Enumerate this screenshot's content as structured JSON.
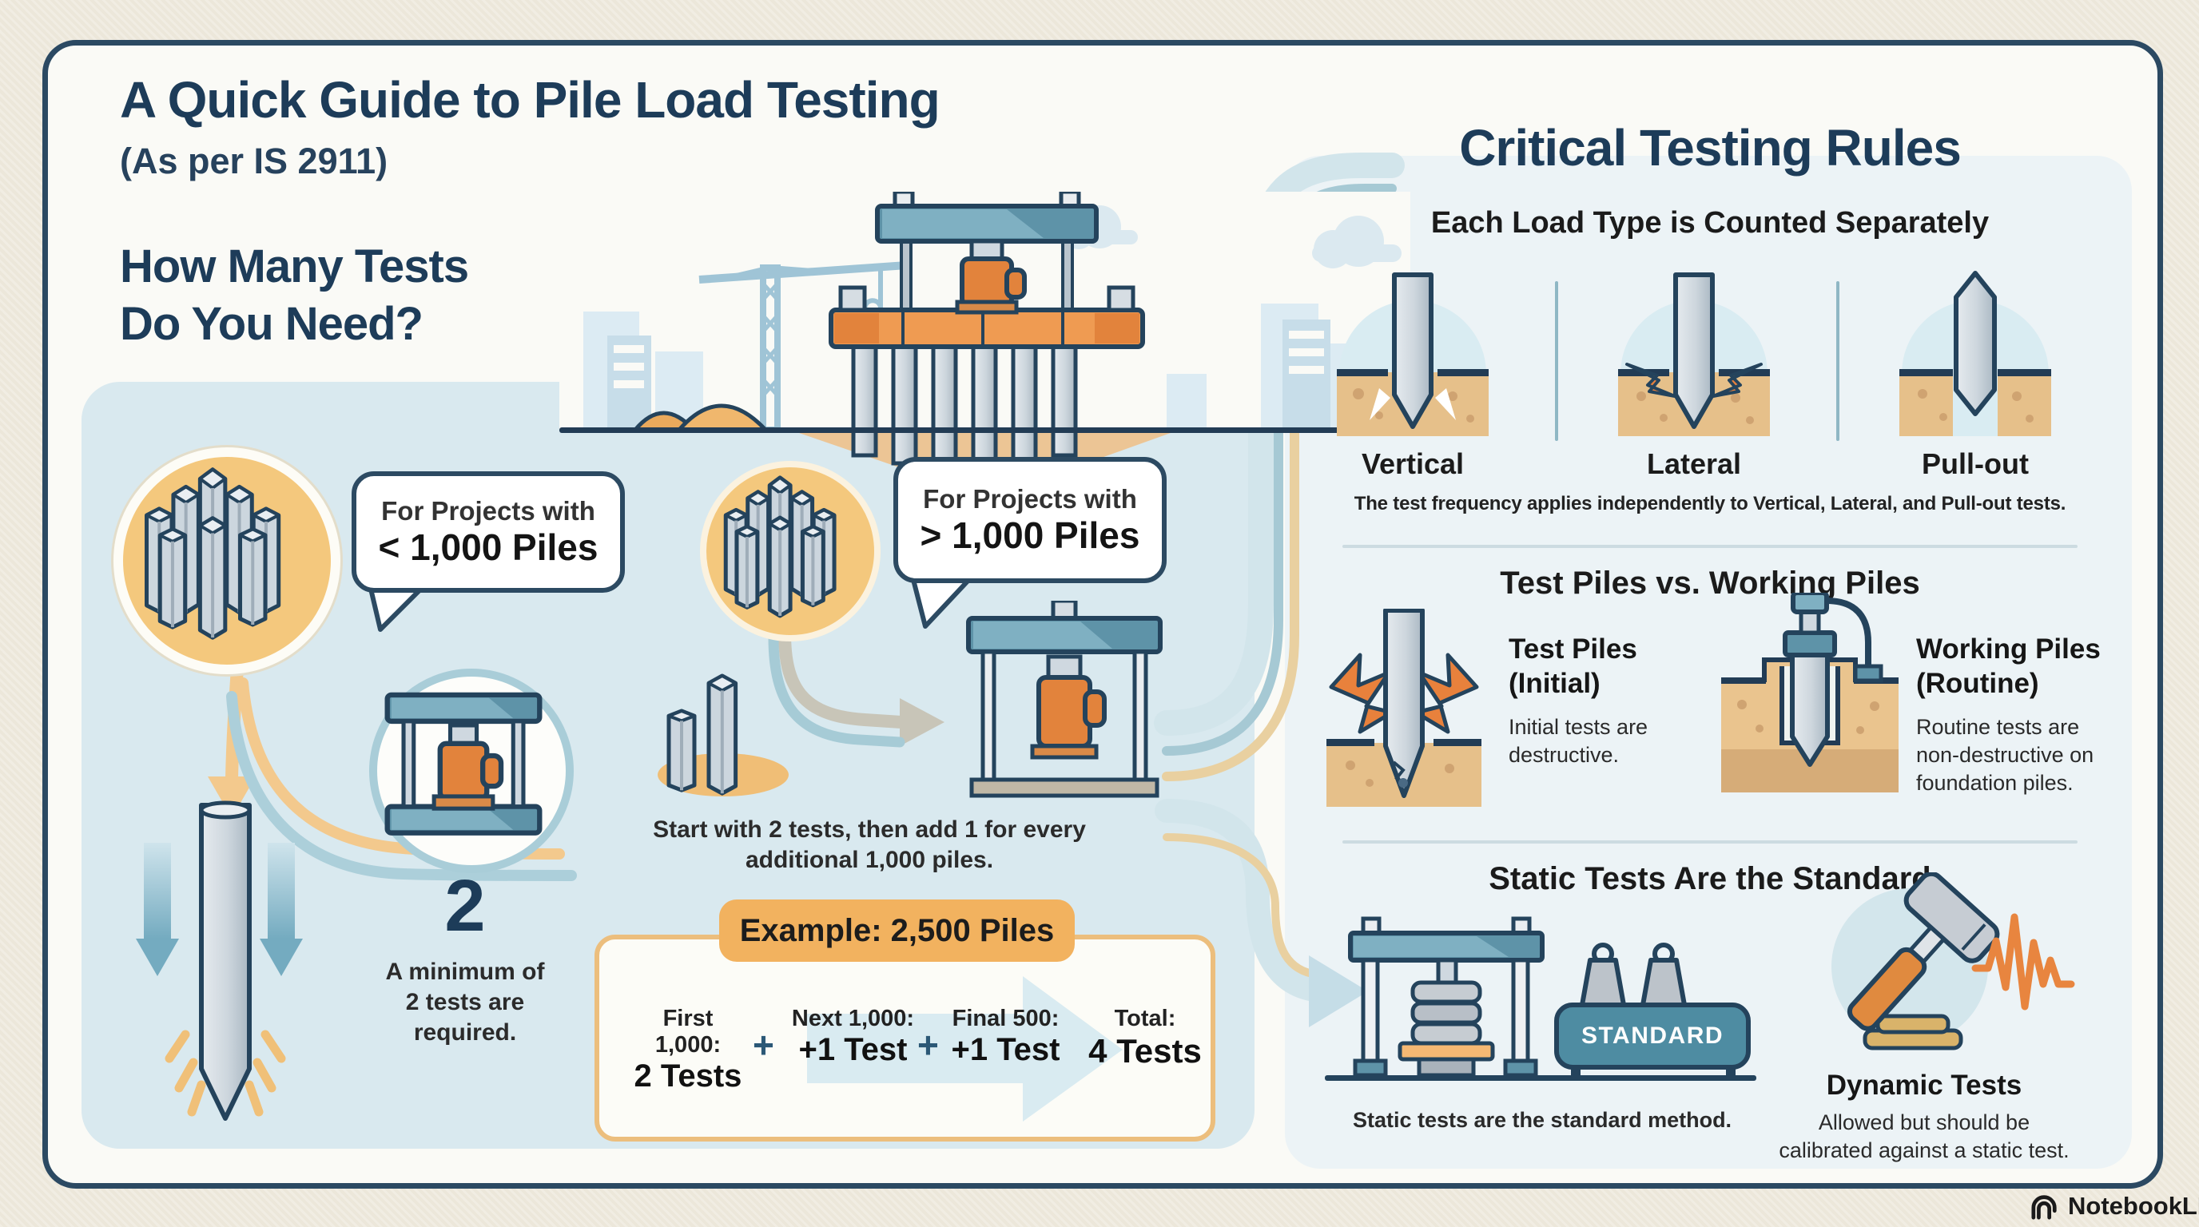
{
  "header": {
    "title": "A Quick Guide to Pile Load Testing",
    "subtitle": "(As per IS 2911)",
    "question_line1": "How Many Tests",
    "question_line2": "Do You Need?"
  },
  "left_flow": {
    "small_project": {
      "bubble_line1": "For Projects with",
      "bubble_line2": "< 1,000 Piles",
      "count": "2",
      "note_line1": "A minimum of",
      "note_line2": "2 tests are",
      "note_line3": "required."
    },
    "large_project": {
      "bubble_line1": "For Projects with",
      "bubble_line2": "> 1,000 Piles",
      "rule_line1": "Start with 2 tests, then add 1 for every",
      "rule_line2": "additional 1,000 piles."
    },
    "example": {
      "title": "Example: 2,500 Piles",
      "plus": "+",
      "steps": [
        {
          "label": "First 1,000:",
          "value": "2 Tests"
        },
        {
          "label": "Next 1,000:",
          "value": "+1 Test"
        },
        {
          "label": "Final 500:",
          "value": "+1 Test"
        }
      ],
      "total_label": "Total:",
      "total_value": "4 Tests"
    }
  },
  "rules_panel": {
    "title": "Critical Testing Rules",
    "load_types": {
      "heading": "Each Load Type is Counted Separately",
      "types": [
        "Vertical",
        "Lateral",
        "Pull-out"
      ],
      "caption": "The test frequency applies independently to Vertical, Lateral, and Pull-out tests."
    },
    "pile_kinds": {
      "heading": "Test Piles vs. Working Piles",
      "test": {
        "title_line1": "Test Piles",
        "title_line2": "(Initial)",
        "desc_line1": "Initial tests are",
        "desc_line2": "destructive."
      },
      "working": {
        "title_line1": "Working Piles",
        "title_line2": "(Routine)",
        "desc_line1": "Routine tests are",
        "desc_line2": "non-destructive on",
        "desc_line3": "foundation piles."
      }
    },
    "static_rule": {
      "heading": "Static Tests Are the Standard",
      "badge": "STANDARD",
      "caption": "Static tests are the standard method.",
      "dynamic_title": "Dynamic Tests",
      "dynamic_line1": "Allowed but should be",
      "dynamic_line2": "calibrated against a static test."
    }
  },
  "watermark": {
    "brand": "NotebookLM"
  },
  "colors": {
    "navy": "#1d3c59",
    "outline": "#24435c",
    "teal": "#5e93a8",
    "orange": "#e2833c",
    "soft_orange": "#f2b25f",
    "panel_blue": "#d9e9ef",
    "panel_right": "#ecf3f6",
    "soil": "#e6c08a",
    "cream": "#ece7da"
  }
}
